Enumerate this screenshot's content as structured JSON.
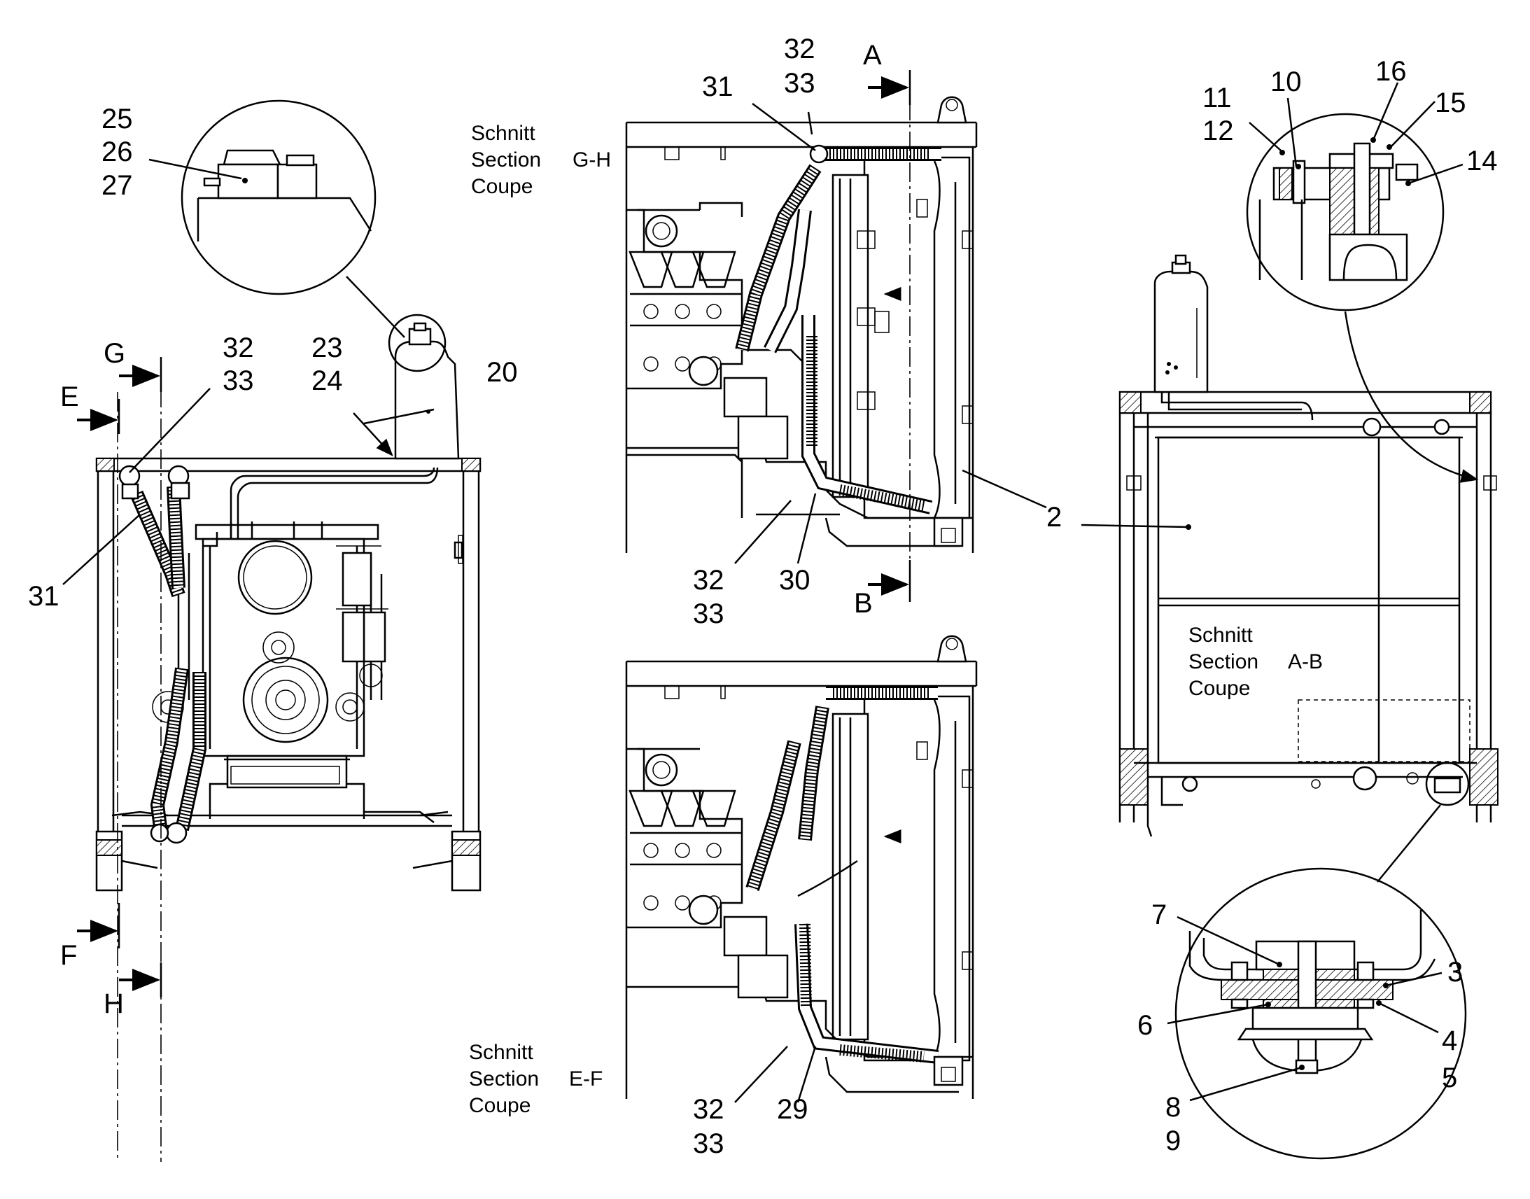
{
  "callouts": {
    "c2": "2",
    "c3": "3",
    "c4": "4",
    "c5": "5",
    "c6": "6",
    "c7": "7",
    "c8": "8",
    "c9": "9",
    "c10": "10",
    "c11": "11",
    "c12": "12",
    "c14": "14",
    "c15": "15",
    "c16": "16",
    "c20": "20",
    "c23": "23",
    "c24": "24",
    "c25": "25",
    "c26": "26",
    "c27": "27",
    "c29": "29",
    "c30": "30",
    "c31_left": "31",
    "c31_top": "31",
    "c32_left": "32",
    "c33_left": "33",
    "c32_top": "32",
    "c33_top": "33",
    "c32_mid": "32",
    "c33_mid": "33",
    "c32_bot": "32",
    "c33_bot": "33"
  },
  "section_markers": {
    "A": "A",
    "B": "B",
    "E": "E",
    "F": "F",
    "G": "G",
    "H": "H"
  },
  "captions": {
    "gh": {
      "line1": "Schnitt",
      "line2": "Section",
      "line3": "Coupe",
      "id": "G-H"
    },
    "ef": {
      "line1": "Schnitt",
      "line2": "Section",
      "line3": "Coupe",
      "id": "E-F"
    },
    "ab": {
      "line1": "Schnitt",
      "line2": "Section",
      "line3": "Coupe",
      "id": "A-B"
    }
  }
}
